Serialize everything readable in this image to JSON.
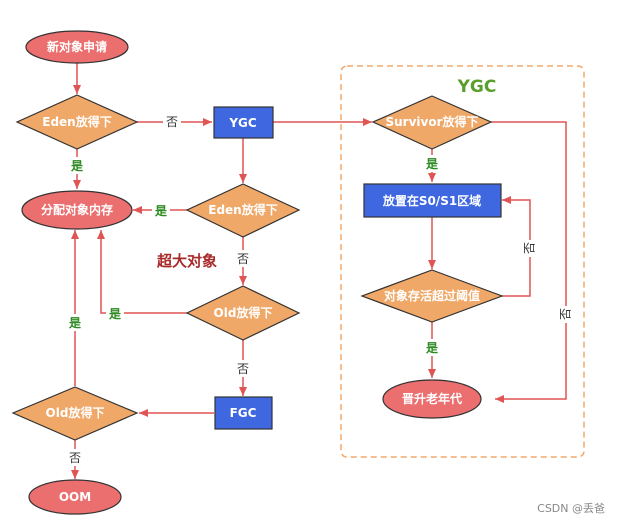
{
  "colors": {
    "ellipse_fill": "#eb6f6f",
    "diamond_fill": "#f0a868",
    "rect_fill": "#3e67e0",
    "edge": "#e05454",
    "group_border": "#f0a868"
  },
  "group": {
    "title": "YGC"
  },
  "annotation": "超大对象",
  "nodes": {
    "new_request": "新对象申请",
    "eden_fit_1": "Eden放得下",
    "ygc": "YGC",
    "allocate": "分配对象内存",
    "eden_fit_2": "Eden放得下",
    "old_fit_1": "Old放得下",
    "fgc": "FGC",
    "old_fit_2": "Old放得下",
    "oom": "OOM",
    "survivor_fit": "Survivor放得下",
    "place_s0s1": "放置在S0/S1区域",
    "age_threshold": "对象存活超过阈值",
    "promote": "晋升老年代"
  },
  "edge_labels": {
    "yes": "是",
    "no": "否"
  },
  "watermark": "CSDN @丢爸"
}
